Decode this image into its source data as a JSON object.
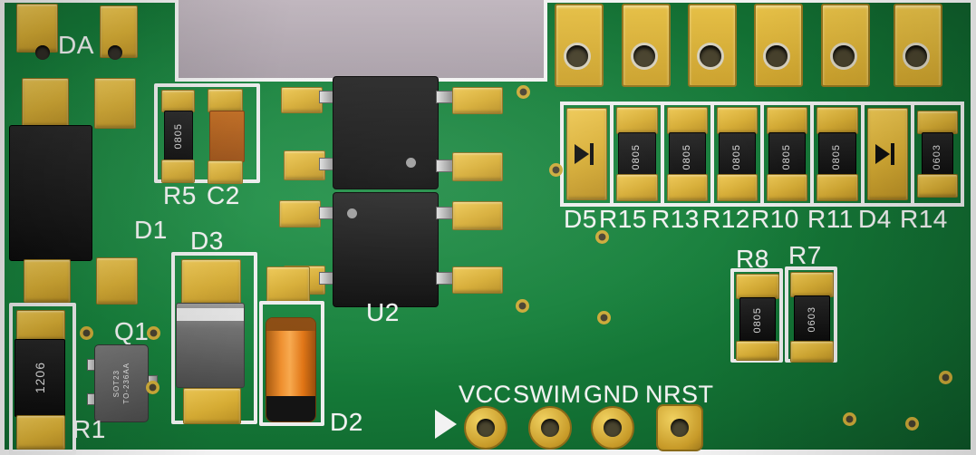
{
  "scene": {
    "description": "3D render of a green printed circuit board (SWIM programmer header board)"
  },
  "colors": {
    "board_green": "#17813c",
    "pad_gold": "#d6ac34",
    "silkscreen_white": "#f2f2f2",
    "component_black": "#141414",
    "capacitor_orange": "#e27714",
    "background_gray": "#b3a9b1"
  },
  "silkscreen": {
    "da": "DA",
    "r5": "R5",
    "c2": "C2",
    "d1": "D1",
    "d3": "D3",
    "q1": "Q1",
    "r1": "R1",
    "d2": "D2",
    "u2": "U2",
    "vcc": "VCC",
    "swim": "SWIM",
    "gnd": "GND",
    "nrst": "NRST",
    "d5": "D5",
    "r15": "R15",
    "r13": "R13",
    "r12": "R12",
    "r10": "R10",
    "r11": "R11",
    "d4": "D4",
    "r14": "R14",
    "r8": "R8",
    "r7": "R7"
  },
  "markings": {
    "r5": "0805",
    "r1": "1206",
    "q1_line1": "SOT23",
    "q1_line2": "TO-236AA",
    "r15": "0805",
    "r13": "0805",
    "r12": "0805",
    "r10": "0805",
    "r11": "0805",
    "r14": "0603",
    "r8": "0805",
    "r7": "0603"
  }
}
